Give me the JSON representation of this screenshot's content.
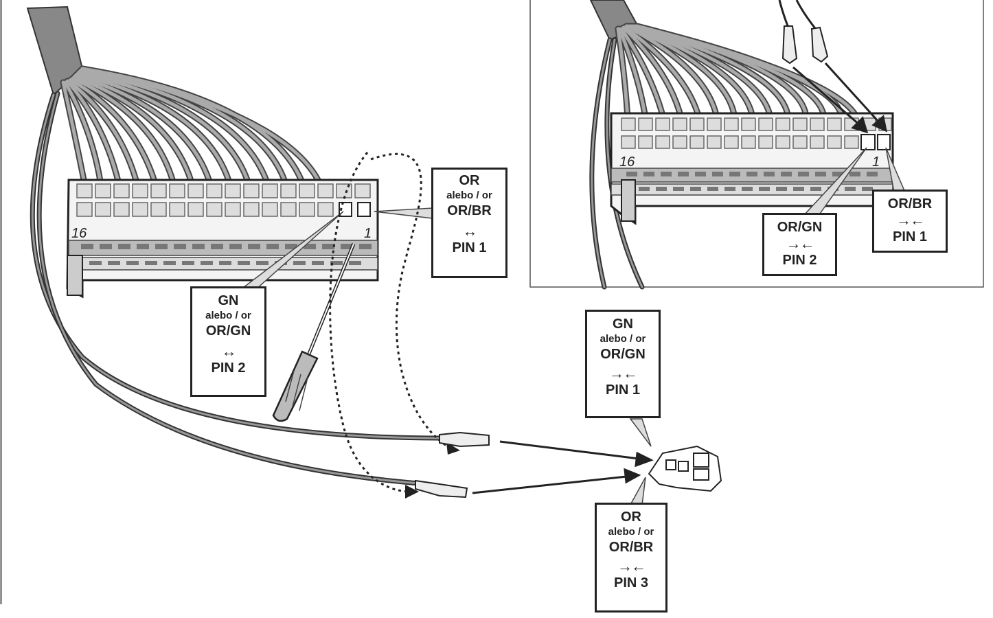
{
  "main": {
    "labels": {
      "pin1_left": {
        "line1": "OR",
        "line2": "alebo / or",
        "line3": "OR/BR",
        "line4": "PIN 1"
      },
      "pin2_left": {
        "line1": "GN",
        "line2": "alebo / or",
        "line3": "OR/GN",
        "line4": "PIN 2"
      },
      "connector_pin1": {
        "line1": "GN",
        "line2": "alebo / or",
        "line3": "OR/GN",
        "line4": "PIN 1"
      },
      "connector_pin3": {
        "line1": "OR",
        "line2": "alebo / or",
        "line3": "OR/BR",
        "line4": "PIN 3"
      }
    },
    "block_numbers": {
      "left": "16",
      "right": "1"
    }
  },
  "inset": {
    "labels": {
      "pin2": {
        "line1": "OR/GN",
        "line2": "PIN 2"
      },
      "pin1": {
        "line1": "OR/BR",
        "line2": "PIN 1"
      }
    },
    "block_numbers": {
      "left": "16",
      "right": "1"
    }
  },
  "icons": {
    "release_arrow": "↔",
    "insert_arrow": "→←"
  }
}
